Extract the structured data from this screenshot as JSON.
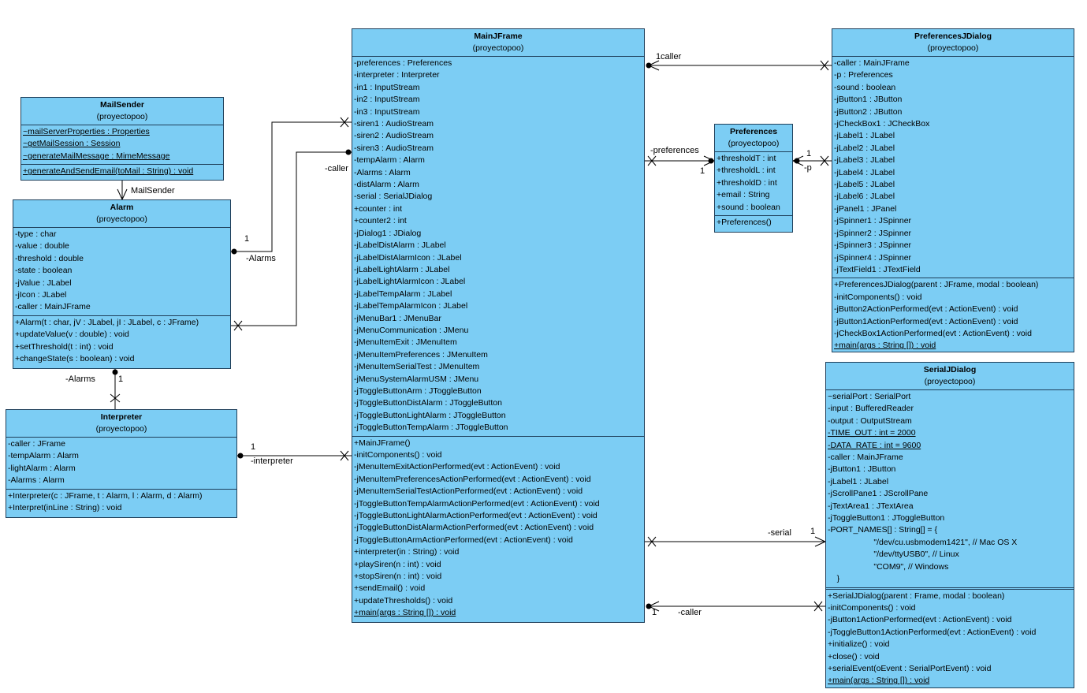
{
  "classes": {
    "mainjframe": {
      "name": "MainJFrame",
      "package": "(proyectopoo)",
      "attributes": [
        {
          "text": "-preferences : Preferences",
          "static": false
        },
        {
          "text": "-interpreter : Interpreter",
          "static": false
        },
        {
          "text": "-in1 : InputStream",
          "static": false
        },
        {
          "text": "-in2 : InputStream",
          "static": false
        },
        {
          "text": "-in3 : InputStream",
          "static": false
        },
        {
          "text": "-siren1 : AudioStream",
          "static": false
        },
        {
          "text": "-siren2 : AudioStream",
          "static": false
        },
        {
          "text": "-siren3 : AudioStream",
          "static": false
        },
        {
          "text": "-tempAlarm : Alarm",
          "static": false
        },
        {
          "text": "-Alarms : Alarm",
          "static": false
        },
        {
          "text": "-distAlarm : Alarm",
          "static": false
        },
        {
          "text": "-serial : SerialJDialog",
          "static": false
        },
        {
          "text": "+counter : int",
          "static": false
        },
        {
          "text": "+counter2 : int",
          "static": false
        },
        {
          "text": "-jDialog1 : JDialog",
          "static": false
        },
        {
          "text": "-jLabelDistAlarm : JLabel",
          "static": false
        },
        {
          "text": "-jLabelDistAlarmIcon : JLabel",
          "static": false
        },
        {
          "text": "-jLabelLightAlarm : JLabel",
          "static": false
        },
        {
          "text": "-jLabelLightAlarmIcon : JLabel",
          "static": false
        },
        {
          "text": "-jLabelTempAlarm : JLabel",
          "static": false
        },
        {
          "text": "-jLabelTempAlarmIcon : JLabel",
          "static": false
        },
        {
          "text": "-jMenuBar1 : JMenuBar",
          "static": false
        },
        {
          "text": "-jMenuCommunication : JMenu",
          "static": false
        },
        {
          "text": "-jMenuItemExit : JMenuItem",
          "static": false
        },
        {
          "text": "-jMenuItemPreferences : JMenuItem",
          "static": false
        },
        {
          "text": "-jMenuItemSerialTest : JMenuItem",
          "static": false
        },
        {
          "text": "-jMenuSystemAlarmUSM : JMenu",
          "static": false
        },
        {
          "text": "-jToggleButtonArm : JToggleButton",
          "static": false
        },
        {
          "text": "-jToggleButtonDistAlarm : JToggleButton",
          "static": false
        },
        {
          "text": "-jToggleButtonLightAlarm : JToggleButton",
          "static": false
        },
        {
          "text": "-jToggleButtonTempAlarm : JToggleButton",
          "static": false
        }
      ],
      "operations": [
        {
          "text": "+MainJFrame()",
          "static": false
        },
        {
          "text": "-initComponents() : void",
          "static": false
        },
        {
          "text": "-jMenuItemExitActionPerformed(evt : ActionEvent) : void",
          "static": false
        },
        {
          "text": "-jMenuItemPreferencesActionPerformed(evt : ActionEvent) : void",
          "static": false
        },
        {
          "text": "-jMenuItemSerialTestActionPerformed(evt : ActionEvent) : void",
          "static": false
        },
        {
          "text": "-jToggleButtonTempAlarmActionPerformed(evt : ActionEvent) : void",
          "static": false
        },
        {
          "text": "-jToggleButtonLightAlarmActionPerformed(evt : ActionEvent) : void",
          "static": false
        },
        {
          "text": "-jToggleButtonDistAlarmActionPerformed(evt : ActionEvent) : void",
          "static": false
        },
        {
          "text": "-jToggleButtonArmActionPerformed(evt : ActionEvent) : void",
          "static": false
        },
        {
          "text": "+interpreter(in : String) : void",
          "static": false
        },
        {
          "text": "+playSiren(n : int) : void",
          "static": false
        },
        {
          "text": "+stopSiren(n : int) : void",
          "static": false
        },
        {
          "text": "+sendEmail() : void",
          "static": false
        },
        {
          "text": "+updateThresholds() : void",
          "static": false
        },
        {
          "text": "+main(args : String []) : void",
          "static": true
        }
      ]
    },
    "mailsender": {
      "name": "MailSender",
      "package": "(proyectopoo)",
      "attributes": [
        {
          "text": "~mailServerProperties : Properties",
          "static": true
        },
        {
          "text": "~getMailSession : Session",
          "static": true
        },
        {
          "text": "~generateMailMessage : MimeMessage",
          "static": true
        }
      ],
      "operations": [
        {
          "text": "+generateAndSendEmail(toMail : String) : void",
          "static": true
        }
      ]
    },
    "alarm": {
      "name": "Alarm",
      "package": "(proyectopoo)",
      "attributes": [
        {
          "text": "-type : char",
          "static": false
        },
        {
          "text": "-value : double",
          "static": false
        },
        {
          "text": "-threshold : double",
          "static": false
        },
        {
          "text": "-state : boolean",
          "static": false
        },
        {
          "text": "-jValue : JLabel",
          "static": false
        },
        {
          "text": "-jIcon : JLabel",
          "static": false
        },
        {
          "text": "-caller : MainJFrame",
          "static": false
        }
      ],
      "operations": [
        {
          "text": "+Alarm(t : char, jV : JLabel, jI : JLabel, c : JFrame)",
          "static": false
        },
        {
          "text": "+updateValue(v : double) : void",
          "static": false
        },
        {
          "text": "+setThreshold(t : int) : void",
          "static": false
        },
        {
          "text": "+changeState(s : boolean) : void",
          "static": false
        }
      ]
    },
    "interpreter": {
      "name": "Interpreter",
      "package": "(proyectopoo)",
      "attributes": [
        {
          "text": "-caller : JFrame",
          "static": false
        },
        {
          "text": "-tempAlarm : Alarm",
          "static": false
        },
        {
          "text": "-lightAlarm : Alarm",
          "static": false
        },
        {
          "text": "-Alarms : Alarm",
          "static": false
        }
      ],
      "operations": [
        {
          "text": "+Interpreter(c : JFrame, t : Alarm, l : Alarm, d : Alarm)",
          "static": false
        },
        {
          "text": "+Interpret(inLine : String) : void",
          "static": false
        }
      ]
    },
    "preferences": {
      "name": "Preferences",
      "package": "(proyectopoo)",
      "attributes": [
        {
          "text": "+thresholdT : int",
          "static": false
        },
        {
          "text": "+thresholdL : int",
          "static": false
        },
        {
          "text": "+thresholdD : int",
          "static": false
        },
        {
          "text": "+email : String",
          "static": false
        },
        {
          "text": "+sound : boolean",
          "static": false
        }
      ],
      "operations": [
        {
          "text": "+Preferences()",
          "static": false
        }
      ]
    },
    "preferencesjdialog": {
      "name": "PreferencesJDialog",
      "package": "(proyectopoo)",
      "attributes": [
        {
          "text": "-caller : MainJFrame",
          "static": false
        },
        {
          "text": "-p : Preferences",
          "static": false
        },
        {
          "text": "-sound : boolean",
          "static": false
        },
        {
          "text": "-jButton1 : JButton",
          "static": false
        },
        {
          "text": "-jButton2 : JButton",
          "static": false
        },
        {
          "text": "-jCheckBox1 : JCheckBox",
          "static": false
        },
        {
          "text": "-jLabel1 : JLabel",
          "static": false
        },
        {
          "text": "-jLabel2 : JLabel",
          "static": false
        },
        {
          "text": "-jLabel3 : JLabel",
          "static": false
        },
        {
          "text": "-jLabel4 : JLabel",
          "static": false
        },
        {
          "text": "-jLabel5 : JLabel",
          "static": false
        },
        {
          "text": "-jLabel6 : JLabel",
          "static": false
        },
        {
          "text": "-jPanel1 : JPanel",
          "static": false
        },
        {
          "text": "-jSpinner1 : JSpinner",
          "static": false
        },
        {
          "text": "-jSpinner2 : JSpinner",
          "static": false
        },
        {
          "text": "-jSpinner3 : JSpinner",
          "static": false
        },
        {
          "text": "-jSpinner4 : JSpinner",
          "static": false
        },
        {
          "text": "-jTextField1 : JTextField",
          "static": false
        }
      ],
      "operations": [
        {
          "text": "+PreferencesJDialog(parent : JFrame, modal : boolean)",
          "static": false
        },
        {
          "text": "-initComponents() : void",
          "static": false
        },
        {
          "text": "-jButton2ActionPerformed(evt : ActionEvent) : void",
          "static": false
        },
        {
          "text": "-jButton1ActionPerformed(evt : ActionEvent) : void",
          "static": false
        },
        {
          "text": "-jCheckBox1ActionPerformed(evt : ActionEvent) : void",
          "static": false
        },
        {
          "text": "+main(args : String []) : void",
          "static": true
        }
      ]
    },
    "serialjdialog": {
      "name": "SerialJDialog",
      "package": "(proyectopoo)",
      "attributes": [
        {
          "text": "~serialPort : SerialPort",
          "static": false
        },
        {
          "text": "-input : BufferedReader",
          "static": false
        },
        {
          "text": "-output : OutputStream",
          "static": false
        },
        {
          "text": "-TIME_OUT : int = 2000",
          "static": true
        },
        {
          "text": "-DATA_RATE : int = 9600",
          "static": true
        },
        {
          "text": "-caller : MainJFrame",
          "static": false
        },
        {
          "text": "-jButton1 : JButton",
          "static": false
        },
        {
          "text": "-jLabel1 : JLabel",
          "static": false
        },
        {
          "text": "-jScrollPane1 : JScrollPane",
          "static": false
        },
        {
          "text": "-jTextArea1 : JTextArea",
          "static": false
        },
        {
          "text": "-jToggleButton1 : JToggleButton",
          "static": false
        },
        {
          "text": "-PORT_NAMES[] : String[] = {",
          "static": false
        },
        {
          "text": "                    \"/dev/cu.usbmodem1421\", // Mac OS X",
          "static": false
        },
        {
          "text": "                    \"/dev/ttyUSB0\", // Linux",
          "static": false
        },
        {
          "text": "                    \"COM9\", // Windows",
          "static": false
        },
        {
          "text": "    }",
          "static": false
        }
      ],
      "operations": [
        {
          "text": "+SerialJDialog(parent : Frame, modal : boolean)",
          "static": false
        },
        {
          "text": "-initComponents() : void",
          "static": false
        },
        {
          "text": "-jButton1ActionPerformed(evt : ActionEvent) : void",
          "static": false
        },
        {
          "text": "-jToggleButton1ActionPerformed(evt : ActionEvent) : void",
          "static": false
        },
        {
          "text": "+initialize() : void",
          "static": false
        },
        {
          "text": "+close() : void",
          "static": false
        },
        {
          "text": "+serialEvent(oEvent : SerialPortEvent) : void",
          "static": false
        },
        {
          "text": "+main(args : String []) : void",
          "static": true
        }
      ]
    }
  },
  "labels": {
    "caller_top": "caller",
    "caller_top_mult": "1",
    "preferences_role": "-preferences",
    "preferences_mult": "1",
    "p_role": "-p",
    "p_mult": "1",
    "mailsender_role": "MailSender",
    "caller_mid": "-caller",
    "alarms_mid": "-Alarms",
    "alarms_mid_mult": "1",
    "alarms_low": "-Alarms",
    "alarms_low_mult": "1",
    "interpreter_role": "-interpreter",
    "interpreter_mult": "1",
    "serial_role": "-serial",
    "serial_mult": "1",
    "caller_bottom": "-caller",
    "caller_bottom_mult": "1"
  },
  "colors": {
    "class_fill": "#7ccdf4",
    "class_border": "#1f3f5a",
    "line": "#000000"
  }
}
